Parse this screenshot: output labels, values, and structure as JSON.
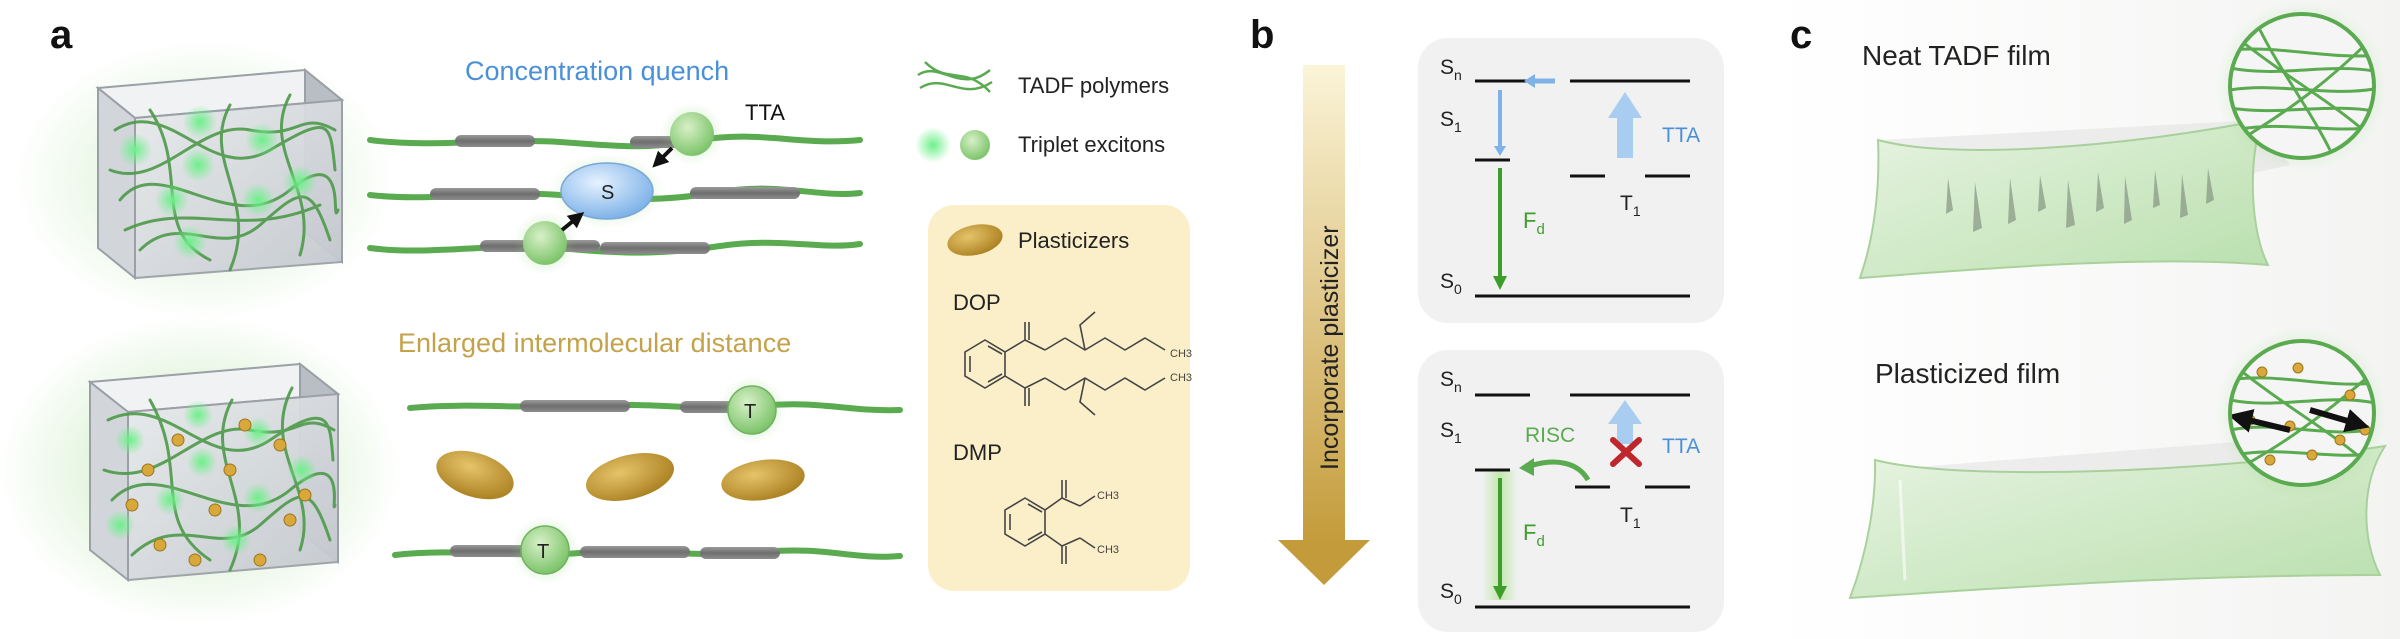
{
  "panel_a": {
    "label": "a",
    "top_title": "Concentration quench",
    "tta_label": "TTA",
    "singlet_label": "S",
    "bottom_title": "Enlarged intermolecular distance",
    "triplet_label": "T",
    "legend": {
      "polymers": "TADF polymers",
      "excitons": "Triplet excitons",
      "plasticizers": "Plasticizers",
      "dop": "DOP",
      "dmp": "DMP",
      "ch3": "CH3"
    }
  },
  "panel_b": {
    "label": "b",
    "arrow_text": "Incorporate plasticizer",
    "top": {
      "sn": "S",
      "sn_sub": "n",
      "s1": "S",
      "s1_sub": "1",
      "s0": "S",
      "s0_sub": "0",
      "t1": "T",
      "t1_sub": "1",
      "tta": "TTA",
      "fd": "F",
      "fd_sub": "d"
    },
    "bottom": {
      "sn": "S",
      "sn_sub": "n",
      "s1": "S",
      "s1_sub": "1",
      "s0": "S",
      "s0_sub": "0",
      "t1": "T",
      "t1_sub": "1",
      "tta": "TTA",
      "risc": "RISC",
      "fd": "F",
      "fd_sub": "d"
    }
  },
  "panel_c": {
    "label": "c",
    "top_title": "Neat TADF film",
    "bottom_title": "Plasticized film"
  },
  "colors": {
    "green": "#5aaa50",
    "blue": "#4a90d9",
    "gold": "#c9a040",
    "label_gold": "#c4a24a",
    "red": "#c0272d"
  }
}
